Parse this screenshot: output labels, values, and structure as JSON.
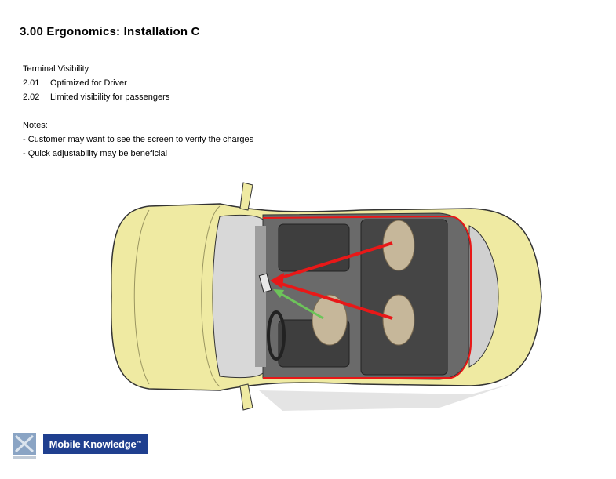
{
  "title": "3.00  Ergonomics:  Installation C",
  "visibility": {
    "heading": "Terminal Visibility",
    "items": [
      {
        "num": "2.01",
        "text": "Optimized for Driver"
      },
      {
        "num": "2.02",
        "text": "Limited visibility for passengers"
      }
    ]
  },
  "notes": {
    "heading": "Notes:",
    "items": [
      "- Customer may want to see the screen to verify the charges",
      "- Quick adjustability may be beneficial"
    ]
  },
  "logo": {
    "text": "Mobile Knowledge",
    "mark": "™"
  },
  "colors": {
    "car_body": "#efeaa2",
    "sight_line_passenger": "#e81818",
    "sight_line_driver": "#6dc45a",
    "logo_bg": "#1f3f8f"
  }
}
